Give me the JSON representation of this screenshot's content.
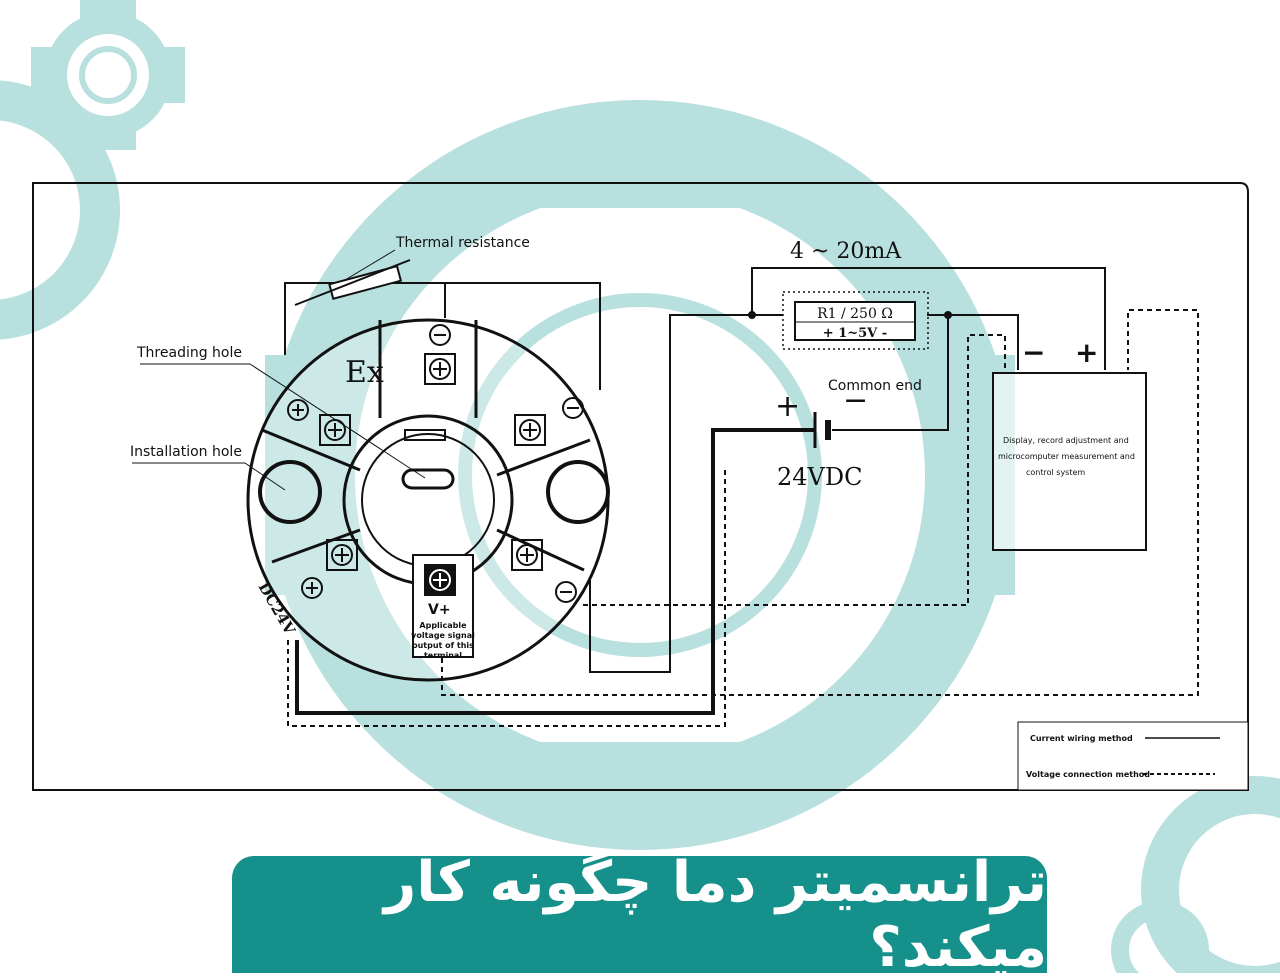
{
  "labels": {
    "thermal_resistance": "Thermal resistance",
    "threading_hole": "Threading hole",
    "installation_hole": "Installation hole",
    "ex": "Ex",
    "dc24v": "DC24V",
    "applicable_terminal": [
      "Applicable",
      "voltage signal",
      "output of this",
      "terminal"
    ],
    "terminal_v_plus": "V+",
    "current_range": "4 ~ 20mA",
    "resistor": "R1 / 250 Ω",
    "resistor_range": "+ 1~5V -",
    "common_end": "Common end",
    "supply_plus": "+",
    "supply_minus": "−",
    "supply_voltage": "24VDC",
    "display_minus": "−",
    "display_plus": "+",
    "display_box": [
      "Display, record adjustment and",
      "microcomputer measurement and",
      "control system"
    ]
  },
  "legend": {
    "current": "Current wiring method",
    "voltage": "Voltage connection method"
  },
  "caption": "ترانسمیتر دما چگونه کار میکند؟",
  "colors": {
    "gear": "#b7e0de",
    "caption_bg": "#15908a",
    "caption_text": "#ffffff",
    "line": "#111111"
  }
}
